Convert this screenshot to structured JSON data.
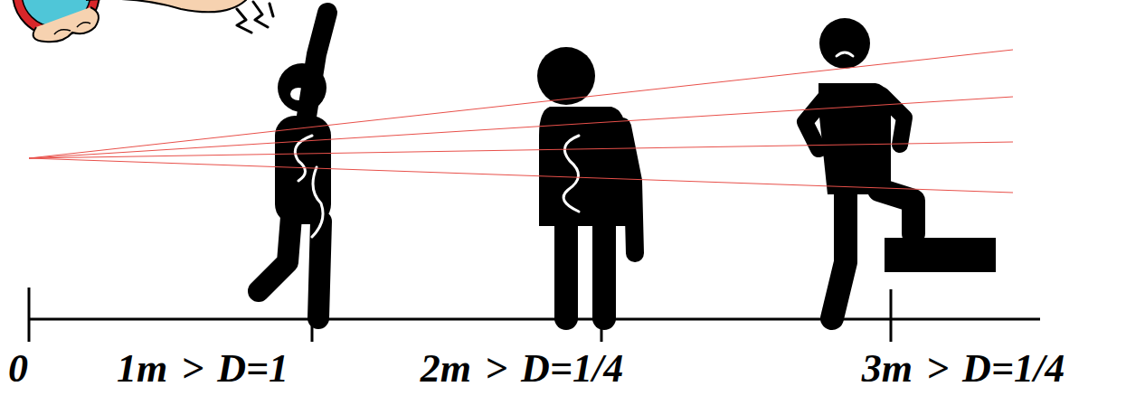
{
  "diagram": {
    "labels": [
      "0",
      "1m > D=1",
      "2m > D=1/4",
      "3m > D=1/4"
    ]
  }
}
